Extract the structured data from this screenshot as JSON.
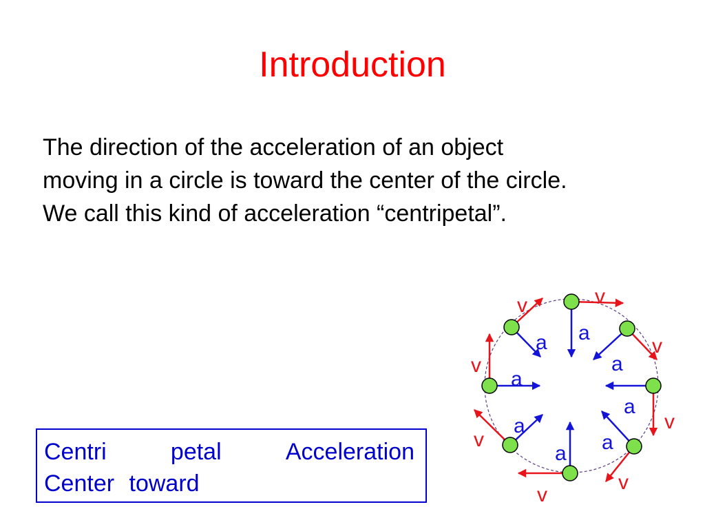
{
  "slide": {
    "title": "Introduction",
    "body_lines": [
      "The direction of the acceleration of an object",
      "moving in a circle is toward the center of the circle.",
      "We call this kind of acceleration “centripetal”."
    ]
  },
  "term_box": {
    "row1": [
      "Centri",
      "petal",
      "Acceleration"
    ],
    "row2": [
      "Center",
      "toward"
    ]
  },
  "diagram": {
    "velocity_label": "v",
    "acceleration_label": "a",
    "colors": {
      "velocity": "#e8141b",
      "acceleration": "#1414d8",
      "dot_fill": "#7ee04a",
      "dot_stroke": "#000000",
      "orbit": "#5a3c82"
    }
  }
}
